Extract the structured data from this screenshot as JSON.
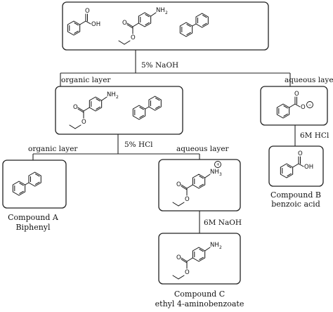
{
  "reagents": {
    "step1": "5% NaOH",
    "step2": "5% HCl",
    "step3": "6M NaOH",
    "step4": "6M HCl"
  },
  "layers": {
    "organic_1": "organic layer",
    "aqueous_1": "aqueous layer",
    "organic_2": "organic layer",
    "aqueous_2": "aqueous layer"
  },
  "atoms": {
    "oh": "OH",
    "nh2": "NH",
    "nh2_sub": "2",
    "nh3": "NH",
    "nh3_sub": "3",
    "o": "O",
    "plus": "+",
    "minus": "−"
  },
  "compounds": {
    "a": {
      "label": "Compound A",
      "name": "Biphenyl"
    },
    "b": {
      "label": "Compound B",
      "name": "benzoic acid"
    },
    "c": {
      "label": "Compound C",
      "name": "ethyl 4-aminobenzoate"
    }
  }
}
